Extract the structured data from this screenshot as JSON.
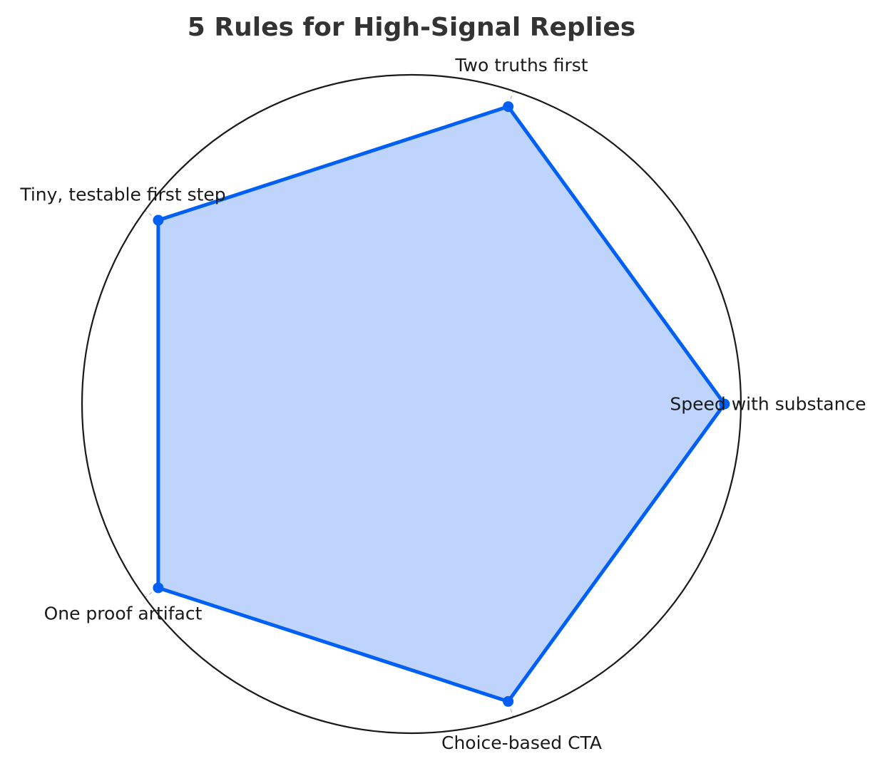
{
  "chart_data": {
    "type": "radar",
    "title": "5 Rules for High-Signal Replies",
    "categories": [
      "Speed with substance",
      "Two truths first",
      "Tiny, testable first step",
      "One proof artifact",
      "Choice-based CTA"
    ],
    "series": [
      {
        "values": [
          0.95,
          0.95,
          0.95,
          0.95,
          0.95
        ]
      }
    ],
    "rlim": [
      0,
      1
    ],
    "grid": true,
    "radial_tick_labels": false,
    "legend": "none"
  },
  "colors": {
    "series_line": "#005ff5",
    "series_fill": "#bfd4fd",
    "spokes": "#bbbbbb",
    "outer_ring": "#1a1a1a",
    "title_text": "#333333",
    "label_text": "#1a1a1a"
  }
}
